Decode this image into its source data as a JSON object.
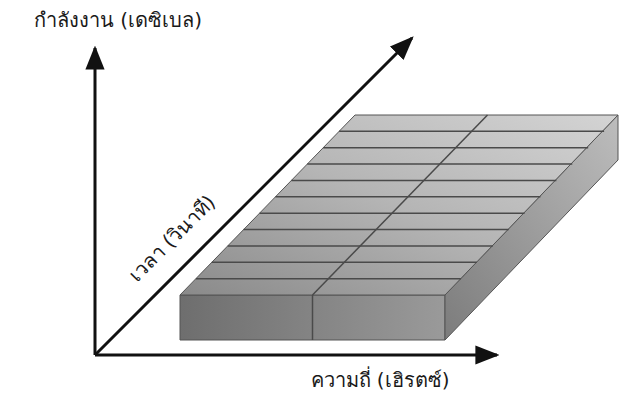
{
  "diagram": {
    "labels": [
      "กำลังงาน (เดซิเบล)",
      "เวลา (วินาที)",
      "ความถี่ (เฮิรตซ์)"
    ]
  }
}
